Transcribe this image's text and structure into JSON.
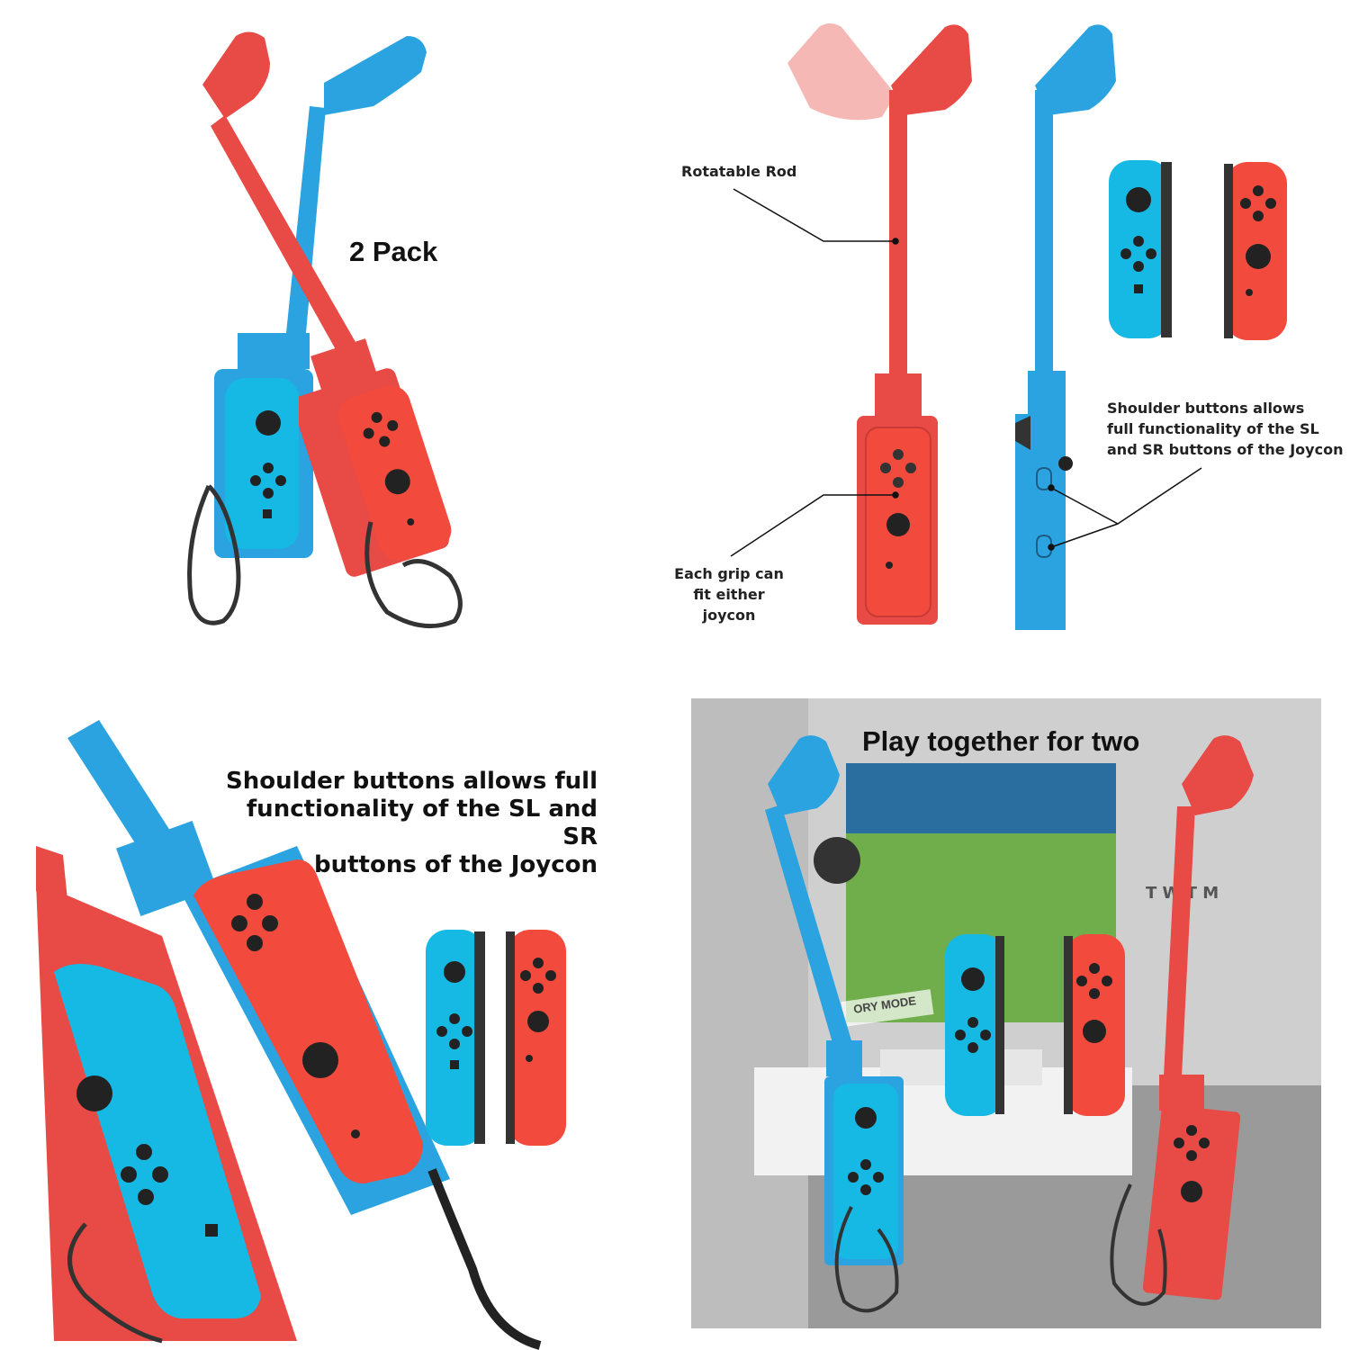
{
  "panel1": {
    "title": "2 Pack"
  },
  "panel2": {
    "rotatable_rod": "Rotatable Rod",
    "grip_fit_line1": "Each grip can",
    "grip_fit_line2": "fit either joycon",
    "shoulder_line1": "Shoulder buttons allows",
    "shoulder_line2": "full functionality of the SL",
    "shoulder_line3": "and SR buttons of the Joycon"
  },
  "panel3": {
    "line1": "Shoulder buttons allows full",
    "line2": "functionality of the SL and SR",
    "line3": "buttons of the Joycon"
  },
  "panel4": {
    "title": "Play together for two",
    "screen_text": "ORY MODE"
  },
  "colors": {
    "blue": "#2aa3e0",
    "red": "#e84a45",
    "joycon_blue": "#16b9e3",
    "joycon_red": "#f24b3e"
  }
}
